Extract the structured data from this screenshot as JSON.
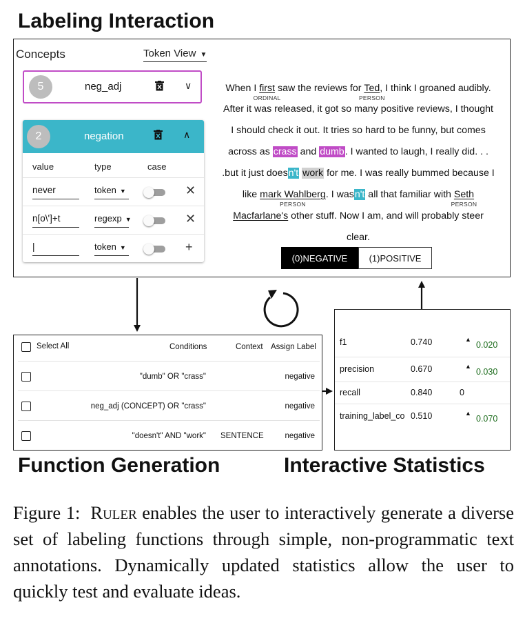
{
  "headings": {
    "labeling": "Labeling Interaction",
    "function_generation": "Function Generation",
    "interactive_statistics": "Interactive Statistics"
  },
  "labeling": {
    "concepts_title": "Concepts",
    "view_selector": "Token View",
    "concepts": [
      {
        "count": "5",
        "name": "neg_adj",
        "color": "#c04cc6",
        "expanded": false
      },
      {
        "count": "2",
        "name": "negation",
        "color": "#3bb6c9",
        "expanded": true,
        "columns": [
          "value",
          "type",
          "case"
        ],
        "rows": [
          {
            "value": "never",
            "type": "token",
            "action": "✕"
          },
          {
            "value": "n[o\\']+t",
            "type": "regexp",
            "action": "✕"
          },
          {
            "value": "|",
            "type": "token",
            "action": "+"
          }
        ]
      }
    ],
    "text": {
      "l1_a": "When I ",
      "l1_e1": "first",
      "l1_e1_tag": "ORDINAL",
      "l1_b": " saw the reviews for ",
      "l1_e2": "Ted",
      "l1_e2_tag": "PERSON",
      "l1_c": ", I think I groaned audibly.",
      "l2": "After it was released, it got so many positive reviews, I thought",
      "l3": "I should check it out. It tries so hard to be funny, but comes",
      "l4_a": "across as ",
      "l4_h1": "crass",
      "l4_b": " and ",
      "l4_h2": "dumb",
      "l4_c": ". I wanted to laugh, I really did. . .",
      "l5_a": ".but it just does",
      "l5_h1": "n't",
      "l5_b": " ",
      "l5_h2": "work",
      "l5_c": " for me. I was really bummed because I",
      "l6_a": "like ",
      "l6_e1": "mark Wahlberg",
      "l6_e1_tag": "PERSON",
      "l6_b": ". I was",
      "l6_h1": "n't",
      "l6_c": " all that familiar with ",
      "l6_e2": "Seth",
      "l6_e2_tag": "PERSON",
      "l7_e1": "Macfarlane's",
      "l7_b": " other stuff. Now I am, and will probably steer",
      "l8": "clear."
    },
    "buttons": {
      "negative": "(0)NEGATIVE",
      "positive": "(1)POSITIVE"
    },
    "highlight_colors": {
      "concept": "#c04cc6",
      "negation": "#3bb6c9",
      "selected": "#d0d0d0"
    }
  },
  "functions": {
    "headers": {
      "select_all": "Select All",
      "conditions": "Conditions",
      "context": "Context",
      "assign": "Assign Label"
    },
    "rows": [
      {
        "conditions": "\"dumb\" OR \"crass\"",
        "context": "",
        "label": "negative"
      },
      {
        "conditions": "neg_adj (CONCEPT) OR \"crass\"",
        "context": "",
        "label": "negative"
      },
      {
        "conditions": "\"doesn't\" AND \"work\"",
        "context": "SENTENCE",
        "label": "negative"
      }
    ]
  },
  "stats": {
    "rows": [
      {
        "name": "f1",
        "value": "0.740",
        "delta": "0.020",
        "arrow": "▲"
      },
      {
        "name": "precision",
        "value": "0.670",
        "delta": "0.030",
        "arrow": "▲"
      },
      {
        "name": "recall",
        "value": "0.840",
        "delta": "0",
        "arrow": ""
      },
      {
        "name": "training_label_co",
        "value": "0.510",
        "delta": "0.070",
        "arrow": "▲"
      }
    ],
    "delta_color": "#1b6b1b"
  },
  "caption": {
    "label": "Figure 1:",
    "name": "Ruler",
    "text": "enables the user to interactively generate a diverse set of labeling functions through simple, non-programmatic text annotations. Dynamically updated statistics allow the user to quickly test and evaluate ideas."
  }
}
